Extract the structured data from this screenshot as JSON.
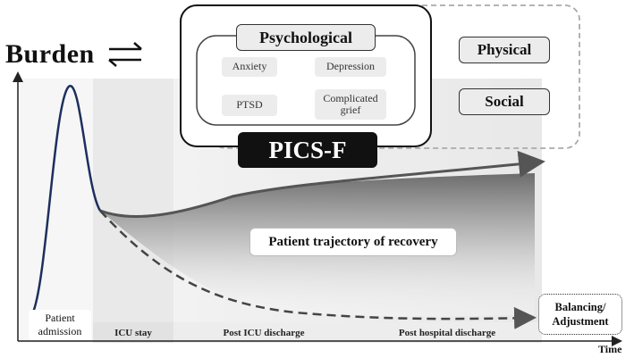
{
  "header": {
    "burden_label": "Burden"
  },
  "pics_f": {
    "title": "PICS-F",
    "psychological": {
      "label": "Psychological",
      "items": [
        "Anxiety",
        "Depression",
        "PTSD",
        "Complicated grief"
      ]
    },
    "physical_label": "Physical",
    "social_label": "Social"
  },
  "trajectory_label": "Patient trajectory of recovery",
  "outcome_label": "Balancing/ Adjustment",
  "phases": [
    "Patient admission",
    "ICU stay",
    "Post ICU discharge",
    "Post hospital discharge"
  ],
  "axis": {
    "x_label": "Time"
  },
  "colors": {
    "curve": "#1c2f5e",
    "trajectory": "#555555",
    "pics_f_bg": "#111111"
  }
}
